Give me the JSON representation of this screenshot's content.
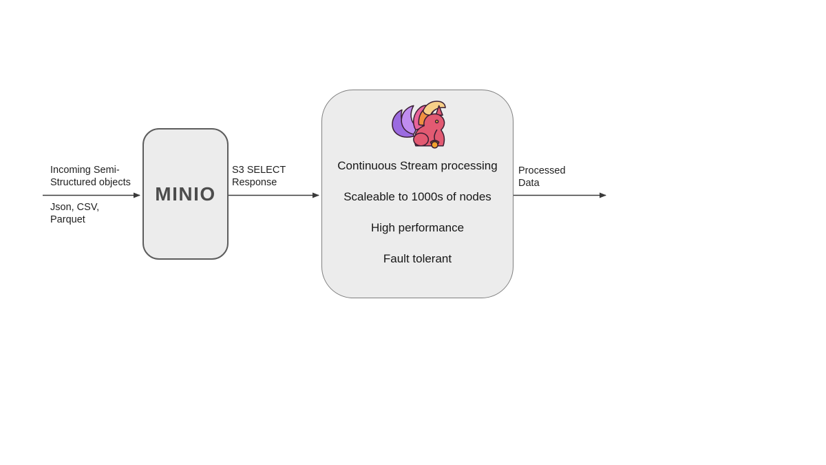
{
  "page": {
    "background": "#ffffff"
  },
  "diagram": {
    "flow_labels": {
      "incoming": {
        "line1": "Incoming Semi-",
        "line2": "Structured objects"
      },
      "formats": {
        "line1": "Json, CSV,",
        "line2": "Parquet"
      },
      "s3_select": {
        "line1": "S3 SELECT",
        "line2": "Response"
      },
      "processed": {
        "line1": "Processed",
        "line2": "Data"
      }
    },
    "nodes": {
      "minio": {
        "label": "MINIO"
      },
      "flink": {
        "icon": "flink-squirrel-icon",
        "features": [
          "Continuous Stream processing",
          "Scaleable to 1000s of nodes",
          "High performance",
          "Fault tolerant"
        ]
      }
    },
    "colors": {
      "node_fill": "#ececec",
      "minio_border": "#5c5c5c",
      "flink_border": "#7d7d7d",
      "arrow": "#3a3a3a",
      "text": "#1f1f1f",
      "minio_wordmark": "#4c4c4c",
      "flink_body": "#e25a72",
      "flink_tail_purple": "#9b6be0",
      "flink_tail_violet": "#c08df0",
      "flink_tail_pink": "#e8639a",
      "flink_tail_orange": "#f09040",
      "flink_tail_yellow": "#f7d088",
      "flink_acorn": "#f0a22f",
      "flink_outline": "#3a1f33"
    }
  }
}
